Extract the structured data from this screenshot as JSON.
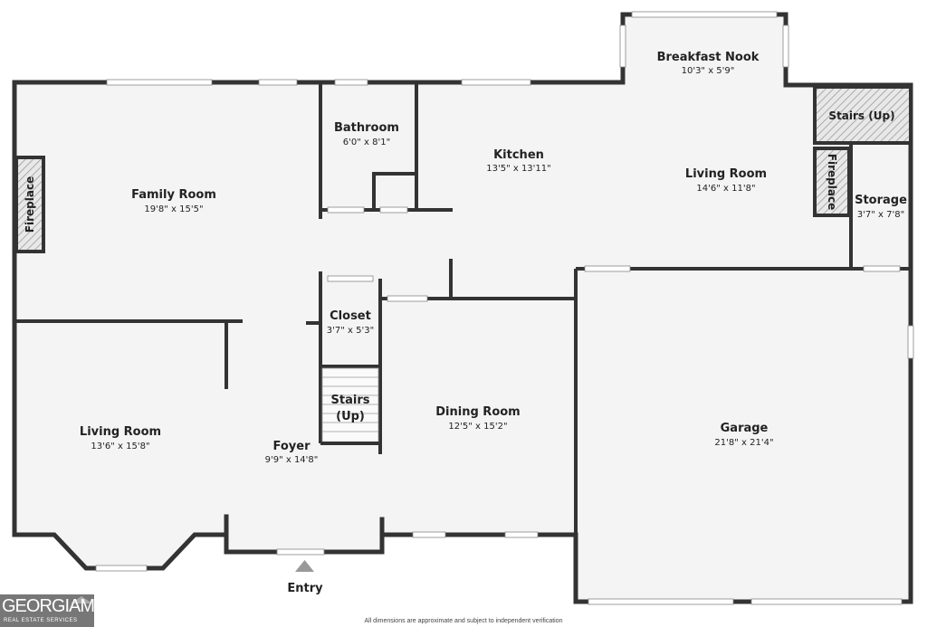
{
  "rooms": {
    "breakfast_nook": {
      "name": "Breakfast Nook",
      "dims": "10'3\" x 5'9\""
    },
    "stairs_up_right": {
      "name": "Stairs (Up)"
    },
    "bathroom": {
      "name": "Bathroom",
      "dims": "6'0\" x 8'1\""
    },
    "kitchen": {
      "name": "Kitchen",
      "dims": "13'5\" x 13'11\""
    },
    "living_room_right": {
      "name": "Living Room",
      "dims": "14'6\" x 11'8\""
    },
    "family_room": {
      "name": "Family Room",
      "dims": "19'8\" x 15'5\""
    },
    "storage": {
      "name": "Storage",
      "dims": "3'7\" x 7'8\""
    },
    "closet": {
      "name": "Closet",
      "dims": "3'7\" x 5'3\""
    },
    "stairs_center": {
      "name_line1": "Stairs",
      "name_line2": "(Up)"
    },
    "dining_room": {
      "name": "Dining Room",
      "dims": "12'5\" x 15'2\""
    },
    "garage": {
      "name": "Garage",
      "dims": "21'8\" x 21'4\""
    },
    "living_room_left": {
      "name": "Living Room",
      "dims": "13'6\" x 15'8\""
    },
    "foyer": {
      "name": "Foyer",
      "dims": "9'9\" x 14'8\""
    }
  },
  "features": {
    "fireplace_left": "Fireplace",
    "fireplace_right": "Fireplace",
    "entry": "Entry"
  },
  "footer": {
    "disclaimer": "All dimensions are approximate and subject to independent verification",
    "logo_main": "GEORGIAMLS",
    "logo_sub": "REAL ESTATE SERVICES"
  }
}
